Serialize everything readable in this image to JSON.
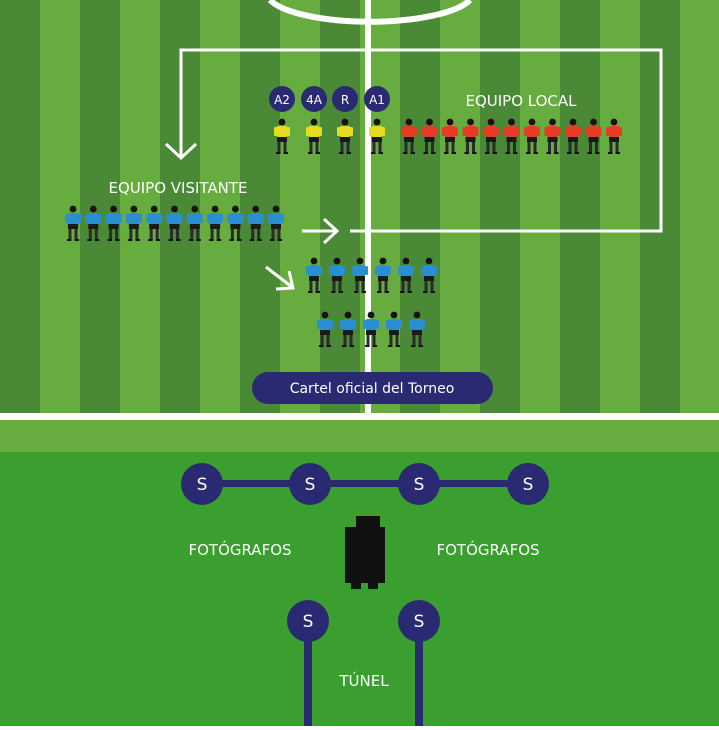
{
  "labels": {
    "home_team": "EQUIPO LOCAL",
    "away_team": "EQUIPO VISITANTE",
    "banner": "Cartel oficial del Torneo",
    "photographers_left": "FOTÓGRAFOS",
    "photographers_right": "FOTÓGRAFOS",
    "tunnel": "TÚNEL"
  },
  "officials": [
    {
      "code": "A2"
    },
    {
      "code": "4A"
    },
    {
      "code": "R"
    },
    {
      "code": "A1"
    }
  ],
  "security_marker": "S",
  "colors": {
    "stripe_dark": "#4a8a36",
    "stripe_light": "#66ac3f",
    "pitch_lower": "#3a9f2e",
    "navy": "#2a2a72",
    "line_white": "#ffffff",
    "home_kit": "#e53d25",
    "away_kit": "#2a8fd0",
    "official_kit": "#e8dc1e"
  },
  "teams": {
    "home_count": 11,
    "away_count": 11,
    "away_subs_rows": [
      6,
      5
    ]
  }
}
